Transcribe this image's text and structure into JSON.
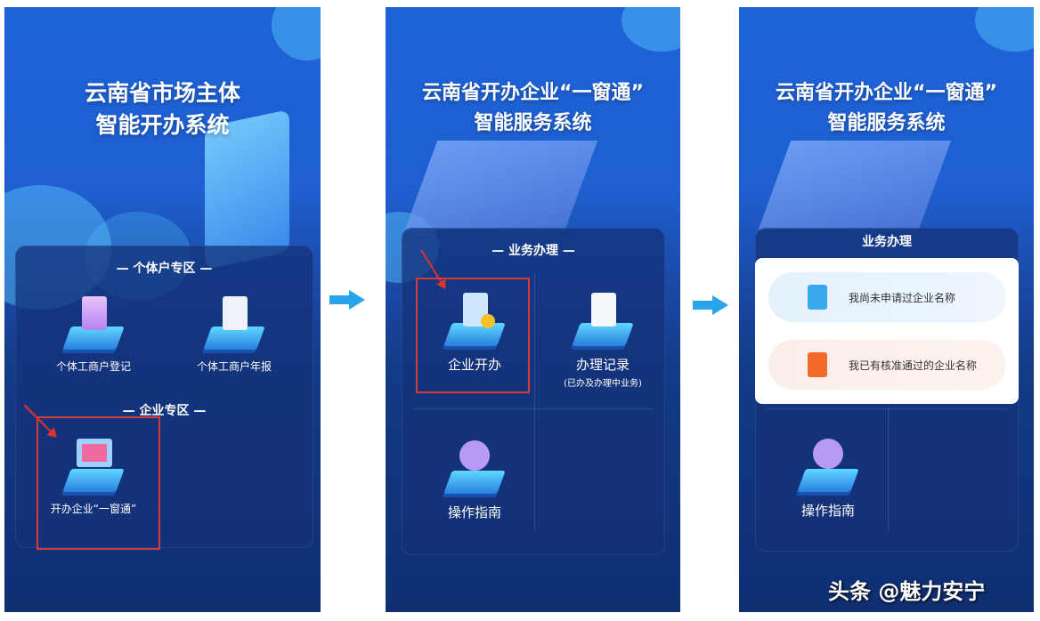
{
  "screen1": {
    "title_line1": "云南省市场主体",
    "title_line2": "智能开办系统",
    "section_individual": "— 个体户专区 —",
    "individual_items": [
      {
        "label": "个体工商户登记",
        "icon": "storefront-icon"
      },
      {
        "label": "个体工商户年报",
        "icon": "document-report-icon"
      }
    ],
    "section_enterprise": "— 企业专区 —",
    "enterprise_items": [
      {
        "label": "开办企业“一窗通”",
        "icon": "computer-icon"
      }
    ]
  },
  "screen2": {
    "title_line1": "云南省开办企业“一窗通”",
    "title_line2": "智能服务系统",
    "section": "— 业务办理 —",
    "items": [
      {
        "label": "企业开办",
        "icon": "building-icon"
      },
      {
        "label": "办理记录",
        "sub": "(已办及办理中业务)",
        "icon": "clipboard-icon"
      },
      {
        "label": "操作指南",
        "icon": "compass-icon"
      }
    ]
  },
  "screen3": {
    "title_line1": "云南省开办企业“一窗通”",
    "title_line2": "智能服务系统",
    "section": "业务办理",
    "options": [
      {
        "label": "我尚未申请过企业名称",
        "icon": "blue-document-icon",
        "color": "#3aa8f0"
      },
      {
        "label": "我已有核准通过的企业名称",
        "icon": "orange-document-icon",
        "color": "#f26a2a"
      }
    ],
    "guide_label": "操作指南"
  },
  "watermark": "头条 @魅力安宁",
  "colors": {
    "highlight": "#d83a3a",
    "flow_arrow": "#29a3ea",
    "background_blue": "#1d63d8"
  }
}
